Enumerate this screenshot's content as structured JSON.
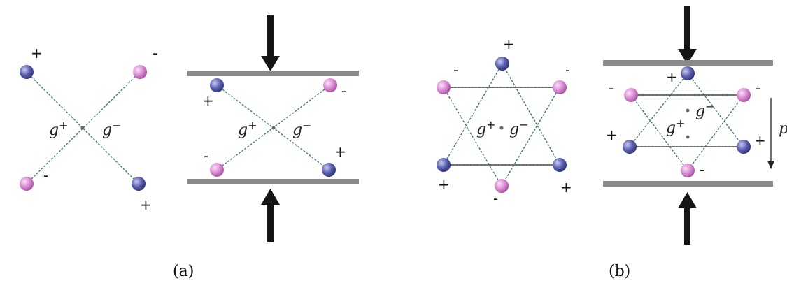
{
  "colors": {
    "positive_ion": "#5a5fb0",
    "negative_ion": "#d98ad2",
    "bond": "#3f7a72",
    "plate": "#8a8a8a",
    "arrow": "#151515"
  },
  "labels": {
    "plus": "+",
    "minus": "-",
    "g": "g",
    "sup_plus": "+",
    "sup_minus": "−",
    "p": "p"
  },
  "captions": {
    "a": "(a)",
    "b": "(b)"
  }
}
